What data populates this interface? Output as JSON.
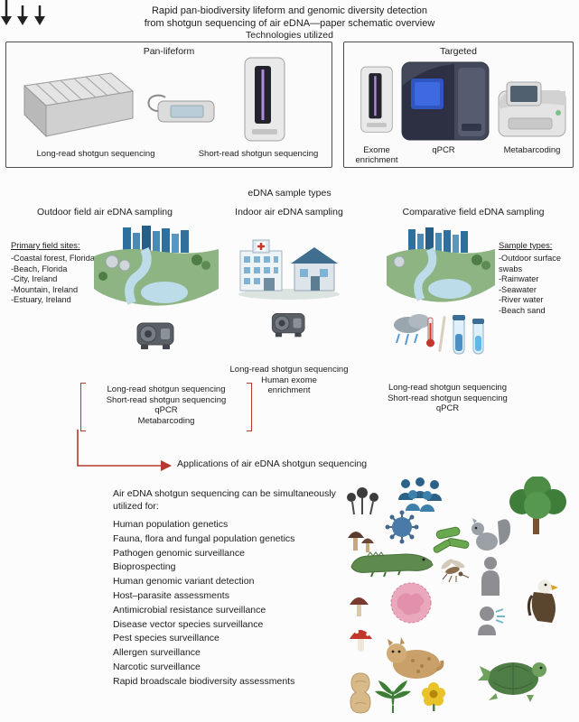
{
  "colors": {
    "accent_red": "#b5392e",
    "box_border": "#4d4d4d",
    "background": "#fcfcfc"
  },
  "title": {
    "line1": "Rapid pan-biodiversity lifeform and genomic diversity detection",
    "line2": "from shotgun sequencing of air eDNA—paper schematic overview"
  },
  "technologies": {
    "heading": "Technologies utilized",
    "pan_lifeform": {
      "label": "Pan-lifeform",
      "device_labels": [
        "Long-read shotgun sequencing",
        "Short-read shotgun sequencing"
      ],
      "device_icons": [
        "longread-sequencer-icon",
        "minion-sequencer-icon",
        "benchtop-sequencer-icon"
      ]
    },
    "targeted": {
      "label": "Targeted",
      "device_labels": [
        "Exome enrichment",
        "qPCR",
        "Metabarcoding"
      ],
      "device_icons": [
        "exome-instrument-icon",
        "qpcr-machine-icon",
        "metabarcoding-machine-icon"
      ]
    }
  },
  "samples": {
    "heading": "eDNA sample types",
    "outdoor": {
      "title": "Outdoor field air eDNA sampling",
      "list_heading": "Primary field sites:",
      "sites": [
        "-Coastal forest, Florida",
        "-Beach, Florida",
        "-City, Ireland",
        "-Mountain, Ireland",
        "-Estuary, Ireland"
      ],
      "workflow": [
        "Long-read shotgun sequencing",
        "Short-read shotgun sequencing",
        "qPCR",
        "Metabarcoding"
      ]
    },
    "indoor": {
      "title": "Indoor air eDNA sampling",
      "workflow": [
        "Long-read shotgun sequencing",
        "Human exome",
        "enrichment"
      ]
    },
    "comparative": {
      "title": "Comparative field eDNA sampling",
      "list_heading": "Sample types:",
      "sites": [
        "-Outdoor surface swabs",
        "-Rainwater",
        "-Seawater",
        "-River water",
        "-Beach sand"
      ],
      "workflow": [
        "Long-read shotgun sequencing",
        "Short-read shotgun sequencing",
        "qPCR"
      ]
    }
  },
  "applications": {
    "arrow_label": "Applications of air eDNA shotgun sequencing",
    "intro": "Air eDNA shotgun sequencing can be simultaneously utilized for:",
    "items": [
      "Human population genetics",
      "Fauna, flora and fungal population genetics",
      "Pathogen genomic surveillance",
      "Bioprospecting",
      "Human genomic variant detection",
      "Host–parasite assessments",
      "Antimicrobial resistance surveillance",
      "Disease vector species surveillance",
      "Pest species surveillance",
      "Allergen surveillance",
      "Narcotic surveillance",
      "Rapid broadscale biodiversity assessments"
    ]
  },
  "collage_icons": [
    "slime-mold-icon",
    "people-group-icon",
    "virus-icon",
    "tree-icon",
    "mushroom-cluster-icon",
    "bacteria-icon",
    "squirrel-icon",
    "crocodile-icon",
    "mosquito-icon",
    "human-silhouette-icon",
    "eagle-icon",
    "coral-cell-icon",
    "dark-mushroom-icon",
    "red-mushroom-icon",
    "sneezing-person-icon",
    "lynx-icon",
    "turtle-icon",
    "peanut-icon",
    "cannabis-leaf-icon",
    "flower-icon"
  ]
}
